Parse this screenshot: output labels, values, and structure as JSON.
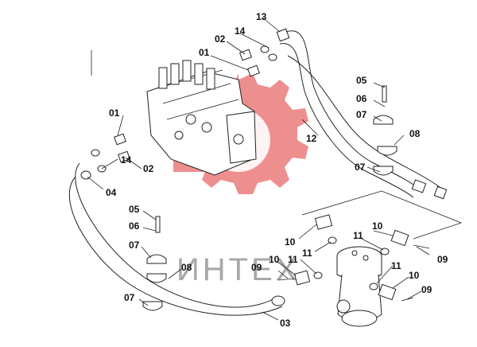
{
  "diagram": {
    "labels": {
      "l13": "13",
      "l14a": "14",
      "l02a": "02",
      "l01a": "01",
      "l05a": "05",
      "l06a": "06",
      "l07a": "07",
      "l08a": "08",
      "l12": "12",
      "l01b": "01",
      "l02b": "02",
      "l14b": "14",
      "l04": "04",
      "l07b": "07",
      "l05b": "05",
      "l06b": "06",
      "l07c": "07",
      "l10a": "10",
      "l11a": "11",
      "l10b": "10",
      "l11b": "11",
      "l09a": "09",
      "l08b": "08",
      "l09b": "09",
      "l10c": "10",
      "l11c": "11",
      "l11d": "11",
      "l10d": "10",
      "l09c": "09",
      "l07d": "07",
      "l03": "03"
    },
    "watermark_text": "ИНТЕХ"
  },
  "colors": {
    "watermark_red": "#e86a6a",
    "ink": "#222222"
  }
}
